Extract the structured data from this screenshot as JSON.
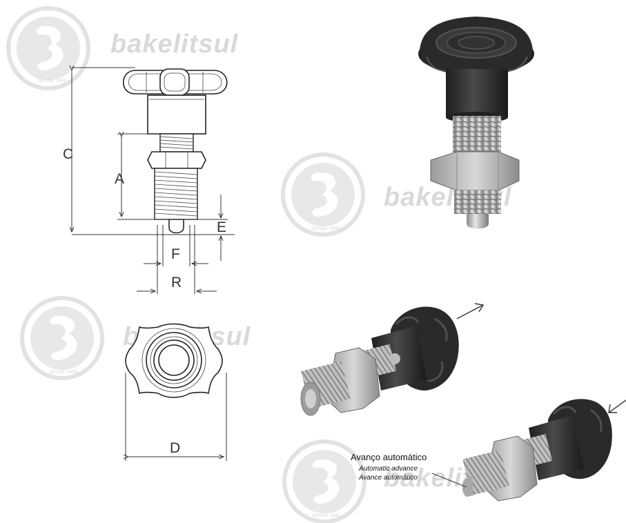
{
  "brand": {
    "watermark_text": "bakelitsul",
    "watermark_tagline": "DESDE 1995"
  },
  "dimensions": {
    "c": "C",
    "a": "A",
    "e": "E",
    "f": "F",
    "r": "R",
    "d": "D"
  },
  "note": {
    "pt": "Avanço automático",
    "en": "Automatic advance",
    "es": "Avance automático"
  },
  "colors": {
    "part_dark": "#2e2e2e",
    "steel": "#bdbdbd",
    "watermark": "#dcdcdc"
  }
}
